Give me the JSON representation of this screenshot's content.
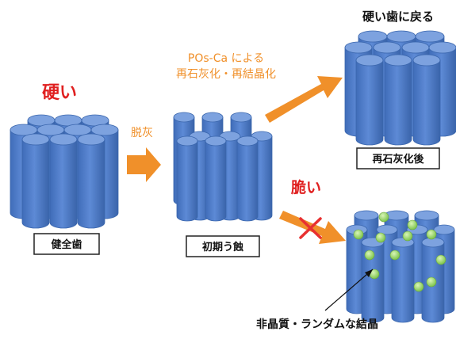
{
  "texts": {
    "hard": "硬い",
    "decalcify": "脱灰",
    "remin_line1": "POs-Ca による",
    "remin_line2": "再石灰化・再結晶化",
    "back_to_hard": "硬い歯に戻る",
    "brittle": "脆い",
    "healthy_tooth": "健全歯",
    "early_caries": "初期う蝕",
    "after_remin": "再石灰化後",
    "amorphous": "非晶質・ランダムな結晶"
  },
  "colors": {
    "cylinder_side": "#4a79c7",
    "cylinder_top": "#7da2df",
    "cylinder_edge": "#3a66ad",
    "arrow": "#f0902a",
    "red_text": "#e02020",
    "orange_text": "#f0902a",
    "green_crystal": "#9ed86a",
    "cross": "#e83030"
  },
  "icons": {
    "cross": "cross-mark-icon",
    "arrow": "arrow-right-icon"
  }
}
